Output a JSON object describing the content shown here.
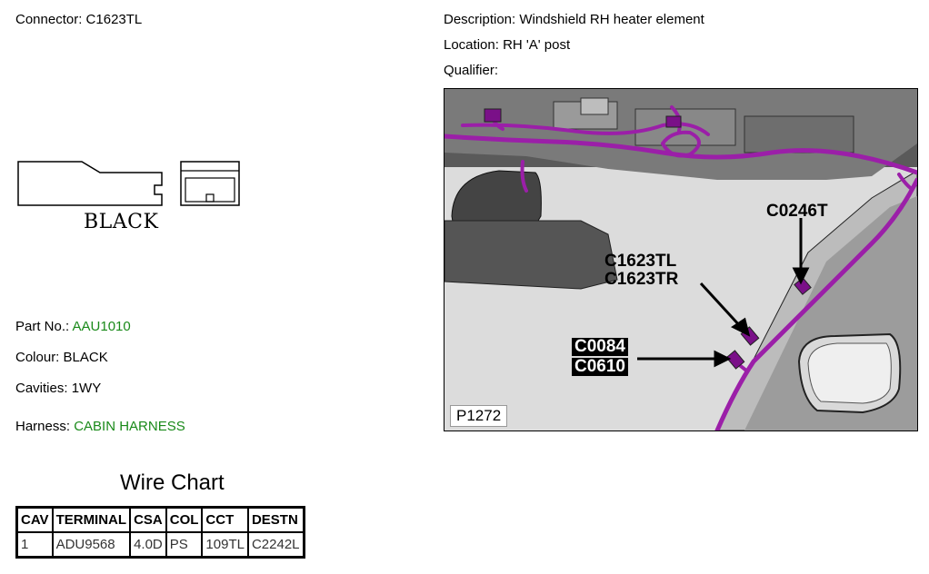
{
  "header": {
    "connector_label": "Connector:",
    "connector_value": "C1623TL",
    "description_label": "Description:",
    "description_value": "Windshield RH heater element",
    "location_label": "Location:",
    "location_value": "RH 'A' post",
    "qualifier_label": "Qualifier:",
    "qualifier_value": ""
  },
  "connector_drawing": {
    "color_text": "BLACK"
  },
  "details": {
    "part_label": "Part No.:",
    "part_value": "AAU1010",
    "colour_label": "Colour:",
    "colour_value": "BLACK",
    "cavities_label": "Cavities:",
    "cavities_value": "1WY",
    "harness_label": "Harness:",
    "harness_value": "CABIN HARNESS"
  },
  "wire_chart": {
    "title": "Wire Chart",
    "headers": [
      "CAV",
      "TERMINAL",
      "CSA",
      "COL",
      "CCT",
      "DESTN"
    ],
    "rows": [
      [
        "1",
        "ADU9568",
        "4.0D",
        "PS",
        "109TL",
        "C2242L"
      ]
    ]
  },
  "photo": {
    "callouts": {
      "c0246t": "C0246T",
      "c1623tl": "C1623TL",
      "c1623tr": "C1623TR",
      "c0084": "C0084",
      "c0610": "C0610"
    },
    "reference": "P1272"
  },
  "colors": {
    "accent_green": "#1a8a1a",
    "harness_purple": "#9b1fa8"
  }
}
